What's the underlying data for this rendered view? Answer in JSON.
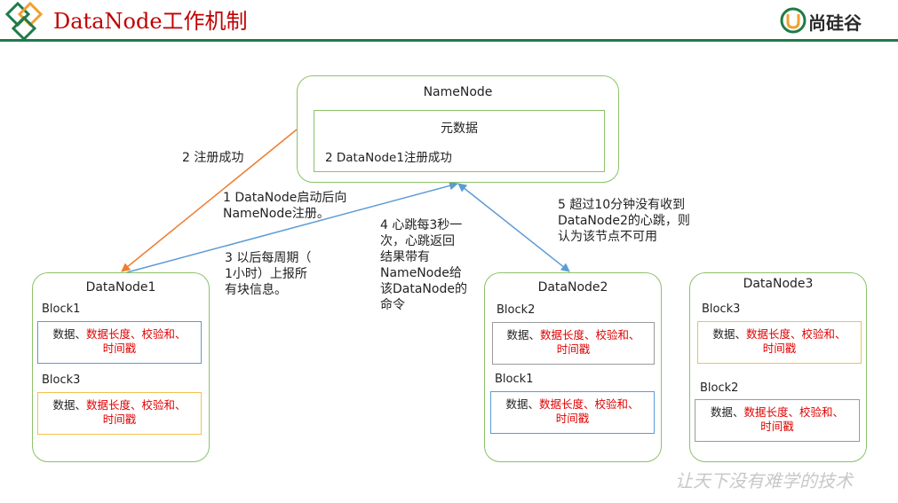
{
  "header": {
    "title": "DataNode工作机制",
    "brand": "尚硅谷",
    "brand_color": "#1e7b48",
    "title_color": "#c00000"
  },
  "namenode": {
    "title": "NameNode",
    "metadata_title": "元数据",
    "metadata_note": "2 DataNode1注册成功"
  },
  "annotations": {
    "register_success": "2 注册成功",
    "startup_register": [
      "1 DataNode启动后向",
      "NameNode注册。"
    ],
    "periodic_report": [
      "3 以后每周期（",
      "1小时）上报所",
      "有块信息。"
    ],
    "heartbeat": [
      "4 心跳每3秒一",
      "次，心跳返回",
      "结果带有",
      "NameNode给",
      "该DataNode的",
      "命令"
    ],
    "timeout": [
      "5 超过10分钟没有收到",
      "DataNode2的心跳，则",
      "认为该节点不可用"
    ]
  },
  "block_content": {
    "data": "数据、",
    "length": "数据长度、",
    "checksum": "校验和、",
    "timestamp": "时间戳"
  },
  "datanodes": [
    {
      "title": "DataNode1",
      "blocks": [
        {
          "label": "Block1"
        },
        {
          "label": "Block3"
        }
      ]
    },
    {
      "title": "DataNode2",
      "blocks": [
        {
          "label": "Block2"
        },
        {
          "label": "Block1"
        }
      ]
    },
    {
      "title": "DataNode3",
      "blocks": [
        {
          "label": "Block3"
        },
        {
          "label": "Block2"
        }
      ]
    }
  ],
  "watermark": "让天下没有难学的技术",
  "colors": {
    "node_border": "#8cc26a",
    "orange_arrow": "#ed7d31",
    "blue_arrow": "#5b9bd5",
    "highlight_text": "#e00000"
  }
}
